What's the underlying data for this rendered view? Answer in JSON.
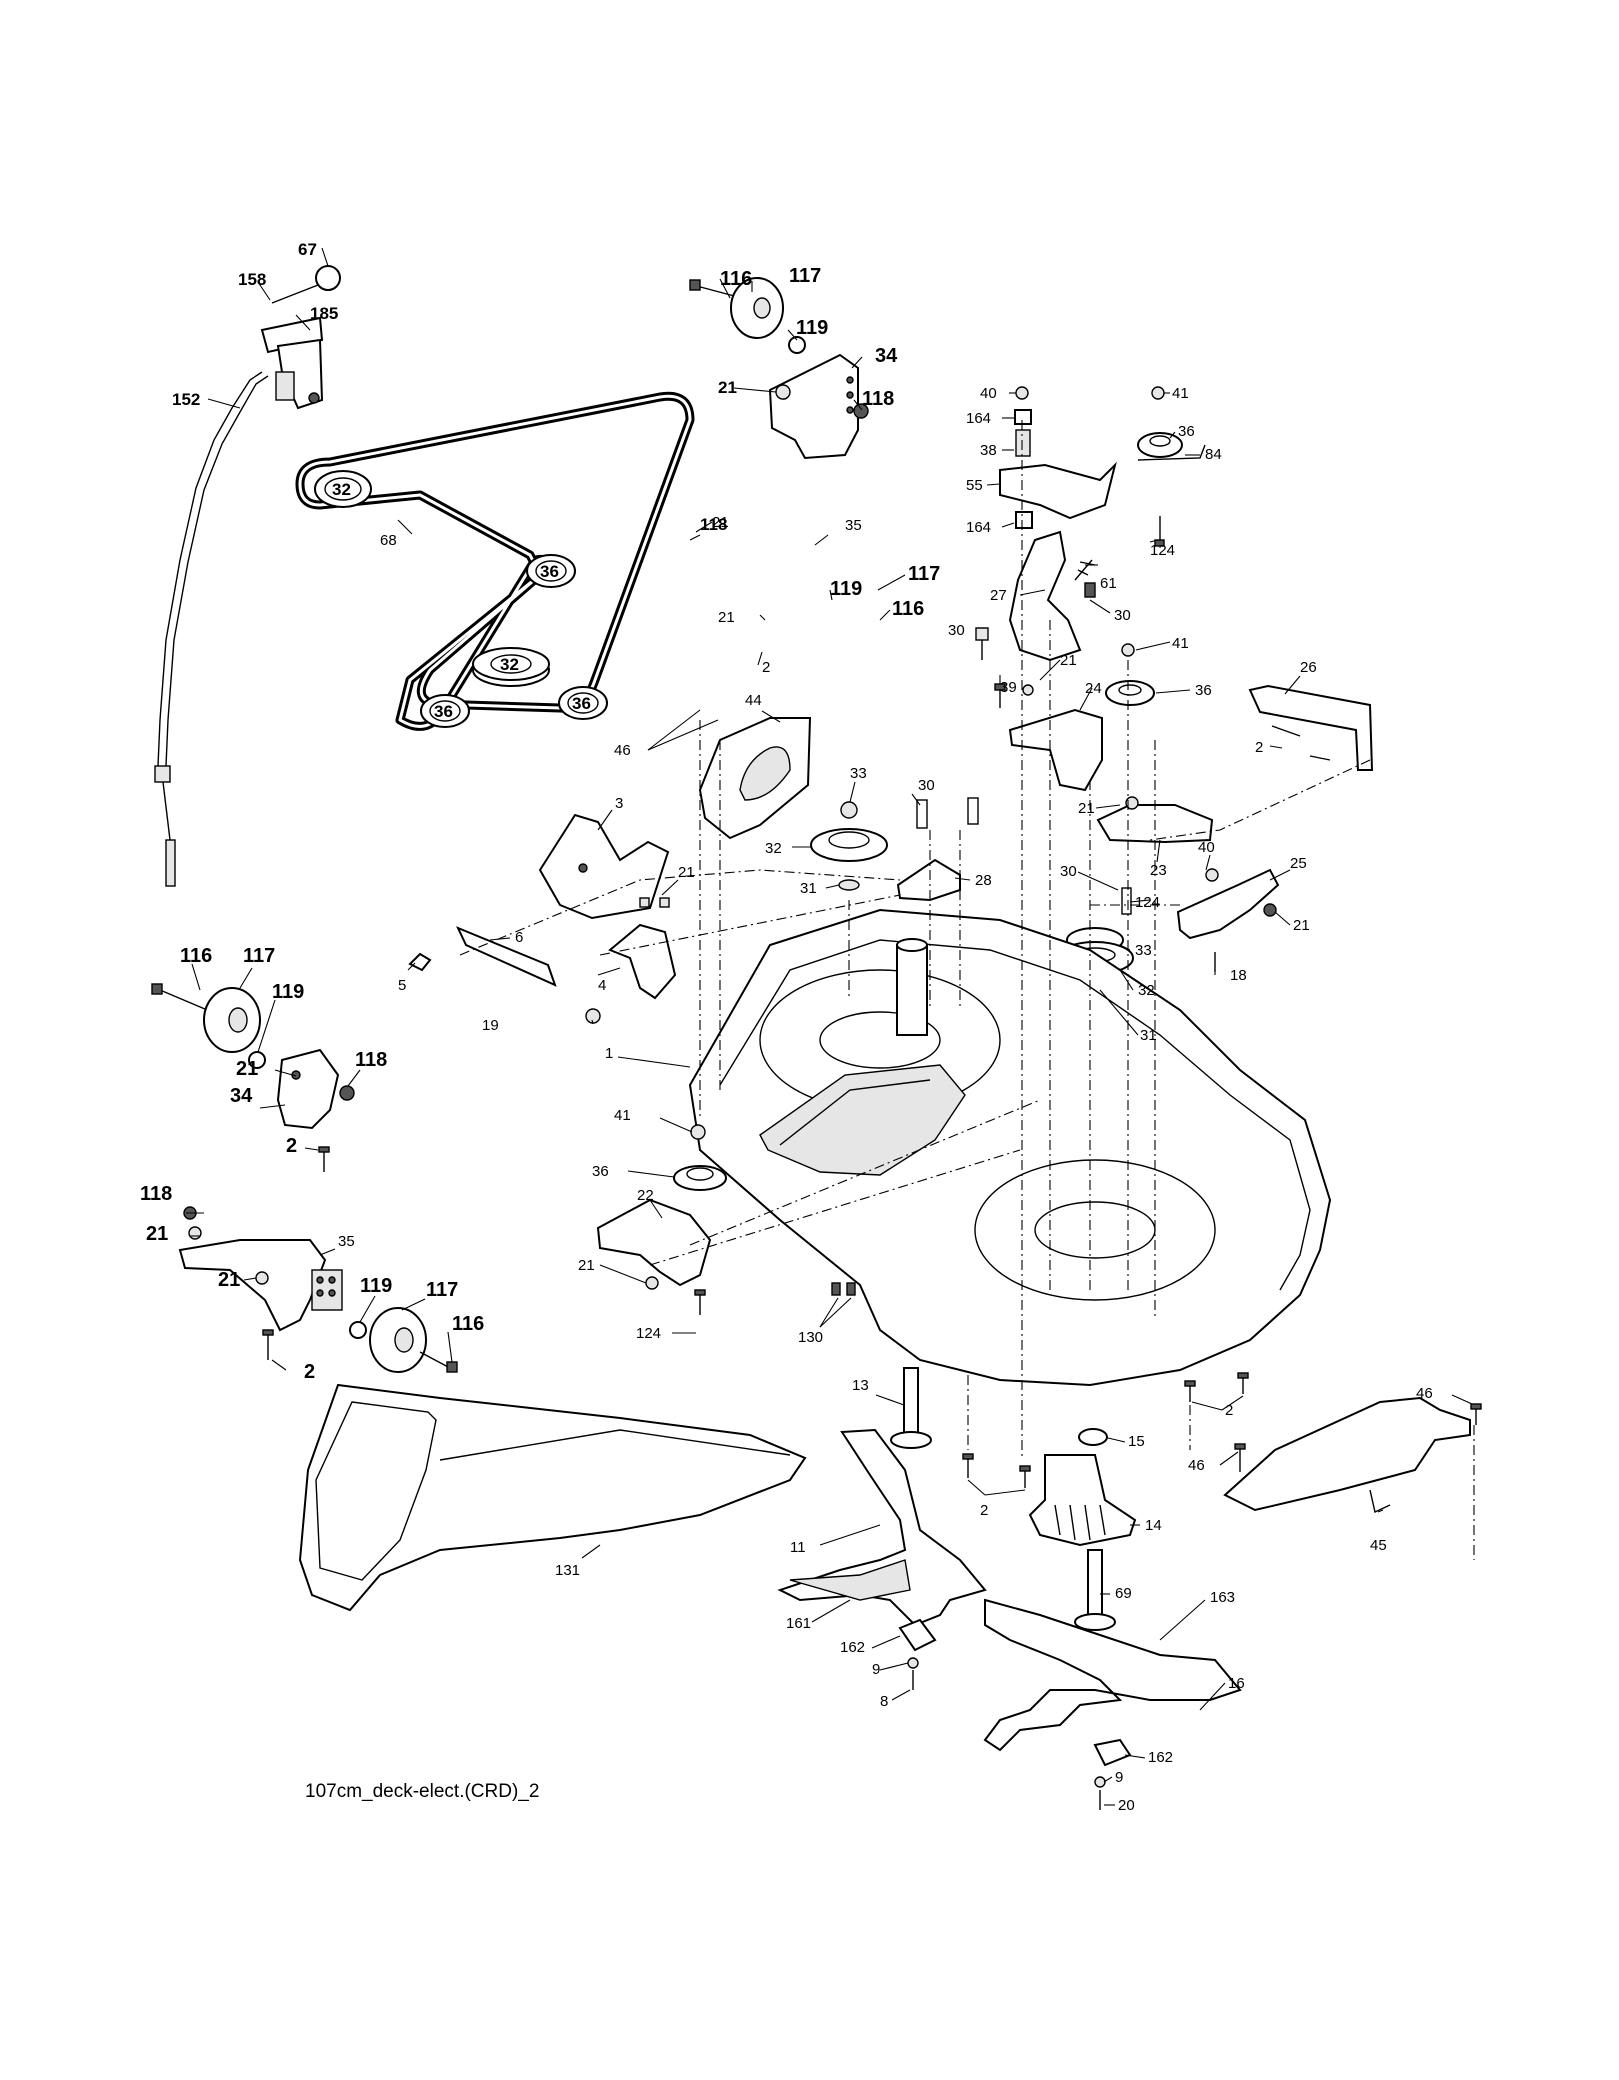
{
  "caption": "107cm_deck-elect.(CRD)_2",
  "labels": [
    {
      "id": "l67",
      "text": "67"
    },
    {
      "id": "l158",
      "text": "158"
    },
    {
      "id": "l185",
      "text": "185"
    },
    {
      "id": "l152",
      "text": "152"
    },
    {
      "id": "l116a",
      "text": "116"
    },
    {
      "id": "l117a",
      "text": "117"
    },
    {
      "id": "l119a",
      "text": "119"
    },
    {
      "id": "l34a",
      "text": "34"
    },
    {
      "id": "l21a",
      "text": "21"
    },
    {
      "id": "l118a",
      "text": "118"
    },
    {
      "id": "l40a",
      "text": "40"
    },
    {
      "id": "l164a",
      "text": "164"
    },
    {
      "id": "l38",
      "text": "38"
    },
    {
      "id": "l55",
      "text": "55"
    },
    {
      "id": "l164b",
      "text": "164"
    },
    {
      "id": "l41a",
      "text": "41"
    },
    {
      "id": "l36a",
      "text": "36"
    },
    {
      "id": "l84",
      "text": "84"
    },
    {
      "id": "l124a",
      "text": "124"
    },
    {
      "id": "l32belt1",
      "text": "32"
    },
    {
      "id": "l68",
      "text": "68"
    },
    {
      "id": "l36belt1",
      "text": "36"
    },
    {
      "id": "l32belt2",
      "text": "32"
    },
    {
      "id": "l36belt2",
      "text": "36"
    },
    {
      "id": "l36belt3",
      "text": "36"
    },
    {
      "id": "l118b",
      "text": "118"
    },
    {
      "id": "l21b",
      "text": "21"
    },
    {
      "id": "l35a",
      "text": "35"
    },
    {
      "id": "l119b",
      "text": "119"
    },
    {
      "id": "l117b",
      "text": "117"
    },
    {
      "id": "l116b",
      "text": "116"
    },
    {
      "id": "l21c",
      "text": "21"
    },
    {
      "id": "l2a",
      "text": "2"
    },
    {
      "id": "l27",
      "text": "27"
    },
    {
      "id": "l61",
      "text": "61"
    },
    {
      "id": "l30a",
      "text": "30"
    },
    {
      "id": "l30b",
      "text": "30"
    },
    {
      "id": "l41b",
      "text": "41"
    },
    {
      "id": "l21d",
      "text": "21"
    },
    {
      "id": "l39",
      "text": "39"
    },
    {
      "id": "l36b",
      "text": "36"
    },
    {
      "id": "l24",
      "text": "24"
    },
    {
      "id": "l26",
      "text": "26"
    },
    {
      "id": "l2b",
      "text": "2"
    },
    {
      "id": "l46a",
      "text": "46"
    },
    {
      "id": "l44",
      "text": "44"
    },
    {
      "id": "l33a",
      "text": "33"
    },
    {
      "id": "l30c",
      "text": "30"
    },
    {
      "id": "l32a",
      "text": "32"
    },
    {
      "id": "l31a",
      "text": "31"
    },
    {
      "id": "l28",
      "text": "28"
    },
    {
      "id": "l21e",
      "text": "21"
    },
    {
      "id": "l23",
      "text": "23"
    },
    {
      "id": "l40b",
      "text": "40"
    },
    {
      "id": "l25",
      "text": "25"
    },
    {
      "id": "l30d",
      "text": "30"
    },
    {
      "id": "l124b",
      "text": "124"
    },
    {
      "id": "l21f",
      "text": "21"
    },
    {
      "id": "l3",
      "text": "3"
    },
    {
      "id": "l21g",
      "text": "21"
    },
    {
      "id": "l6",
      "text": "6"
    },
    {
      "id": "l5",
      "text": "5"
    },
    {
      "id": "l4",
      "text": "4"
    },
    {
      "id": "l19",
      "text": "19"
    },
    {
      "id": "l33b",
      "text": "33"
    },
    {
      "id": "l32b",
      "text": "32"
    },
    {
      "id": "l18",
      "text": "18"
    },
    {
      "id": "l31b",
      "text": "31"
    },
    {
      "id": "l116c",
      "text": "116"
    },
    {
      "id": "l117c",
      "text": "117"
    },
    {
      "id": "l119c",
      "text": "119"
    },
    {
      "id": "l21h",
      "text": "21"
    },
    {
      "id": "l118c",
      "text": "118"
    },
    {
      "id": "l34b",
      "text": "34"
    },
    {
      "id": "l2c",
      "text": "2"
    },
    {
      "id": "l1",
      "text": "1"
    },
    {
      "id": "l41c",
      "text": "41"
    },
    {
      "id": "l36c",
      "text": "36"
    },
    {
      "id": "l22",
      "text": "22"
    },
    {
      "id": "l21i",
      "text": "21"
    },
    {
      "id": "l124c",
      "text": "124"
    },
    {
      "id": "l130",
      "text": "130"
    },
    {
      "id": "l118d",
      "text": "118"
    },
    {
      "id": "l21j",
      "text": "21"
    },
    {
      "id": "l35b",
      "text": "35"
    },
    {
      "id": "l21k",
      "text": "21"
    },
    {
      "id": "l119d",
      "text": "119"
    },
    {
      "id": "l117d",
      "text": "117"
    },
    {
      "id": "l116d",
      "text": "116"
    },
    {
      "id": "l2d",
      "text": "2"
    },
    {
      "id": "l46b",
      "text": "46"
    },
    {
      "id": "l13",
      "text": "13"
    },
    {
      "id": "l2e",
      "text": "2"
    },
    {
      "id": "l15",
      "text": "15"
    },
    {
      "id": "l46c",
      "text": "46"
    },
    {
      "id": "l2f",
      "text": "2"
    },
    {
      "id": "l14",
      "text": "14"
    },
    {
      "id": "l45",
      "text": "45"
    },
    {
      "id": "l131",
      "text": "131"
    },
    {
      "id": "l11",
      "text": "11"
    },
    {
      "id": "l69",
      "text": "69"
    },
    {
      "id": "l163",
      "text": "163"
    },
    {
      "id": "l161",
      "text": "161"
    },
    {
      "id": "l162a",
      "text": "162"
    },
    {
      "id": "l9a",
      "text": "9"
    },
    {
      "id": "l8",
      "text": "8"
    },
    {
      "id": "l16",
      "text": "16"
    },
    {
      "id": "l162b",
      "text": "162"
    },
    {
      "id": "l9b",
      "text": "9"
    },
    {
      "id": "l20",
      "text": "20"
    }
  ]
}
